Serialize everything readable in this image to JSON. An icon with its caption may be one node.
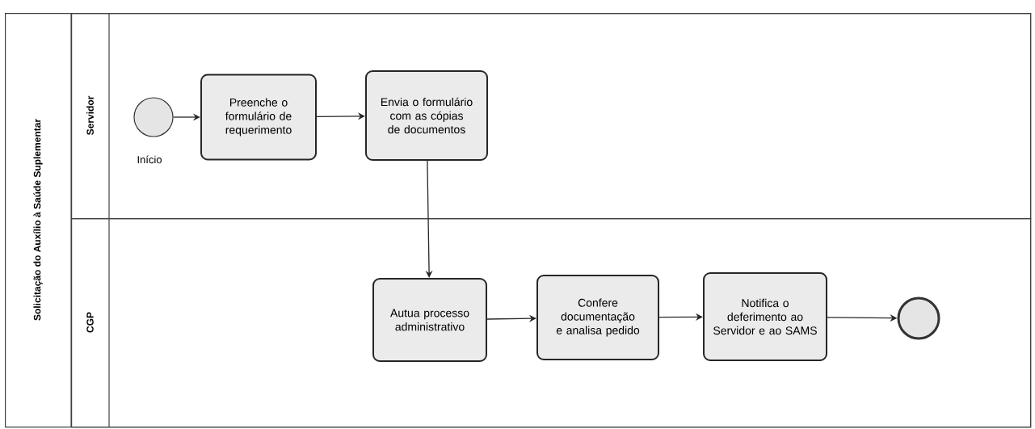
{
  "diagram": {
    "nodes": [
      {
        "text": [
          "Solicitação do Auxílio à Saúde Suplementar"
        ]
      },
      {
        "text": [
          "Servidor"
        ],
        "in": 0
      },
      {
        "text": [
          "CGP"
        ],
        "in": 0
      },
      {
        "text": [],
        "shape": "circle",
        "in": 1,
        "beside": [
          "Início"
        ]
      },
      {
        "text": [
          "Preenche o formulário de requerimento"
        ],
        "in": 1
      },
      {
        "text": [
          "Envia o formulário com as cópias de documentos"
        ],
        "in": 1
      },
      {
        "text": [
          "Autua processo administrativo"
        ],
        "in": 2
      },
      {
        "text": [
          "Confere documentação e analisa pedido"
        ],
        "in": 2
      },
      {
        "text": [
          "Notifica o deferimento ao Servidor e ao SAMS"
        ],
        "in": 2
      },
      {
        "text": [],
        "shape": "circle",
        "in": 2
      }
    ],
    "edges": [
      {
        "from": 3,
        "to": 4,
        "arrow": "to"
      },
      {
        "from": 4,
        "to": 5,
        "arrow": "to"
      },
      {
        "from": 5,
        "to": 6,
        "arrow": "to"
      },
      {
        "from": 6,
        "to": 7,
        "arrow": "to"
      },
      {
        "from": 7,
        "to": 8,
        "arrow": "to"
      },
      {
        "from": 8,
        "to": 9,
        "arrow": "to"
      }
    ]
  }
}
